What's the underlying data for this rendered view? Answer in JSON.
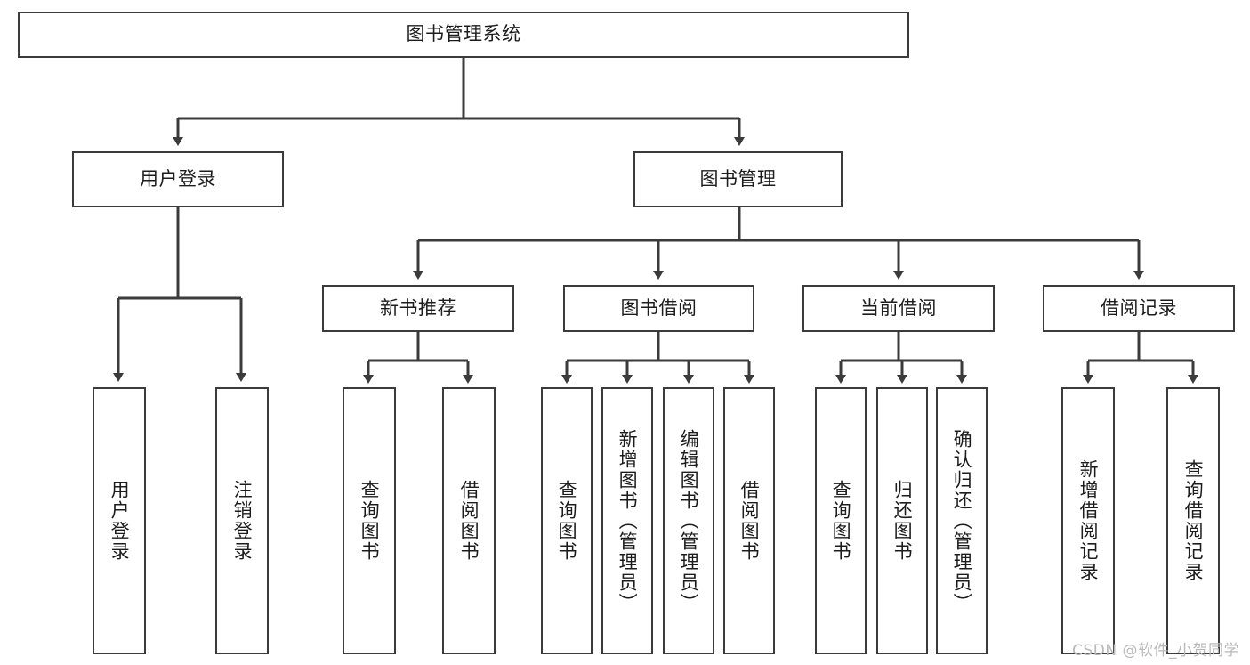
{
  "diagram": {
    "type": "tree-hierarchy-flowchart",
    "title": "图书管理系统",
    "background_color": "#ffffff",
    "line_color": "#3b3b3b",
    "text_color": "#1c1c1c",
    "root": {
      "id": "root",
      "label": "图书管理系统"
    },
    "level1": [
      {
        "id": "user-login",
        "label": "用户登录"
      },
      {
        "id": "book-manage",
        "label": "图书管理"
      }
    ],
    "level2": [
      {
        "id": "new-book-recommend",
        "label": "新书推荐",
        "parent": "book-manage"
      },
      {
        "id": "book-borrow",
        "label": "图书借阅",
        "parent": "book-manage"
      },
      {
        "id": "current-borrow",
        "label": "当前借阅",
        "parent": "book-manage"
      },
      {
        "id": "borrow-record",
        "label": "借阅记录",
        "parent": "book-manage"
      }
    ],
    "leaves": {
      "user-login": [
        {
          "id": "leaf-user-login",
          "label": "用户登录"
        },
        {
          "id": "leaf-logout-login",
          "label": "注销登录"
        }
      ],
      "new-book-recommend": [
        {
          "id": "leaf-query-book-1",
          "label": "查询图书"
        },
        {
          "id": "leaf-borrow-book-1",
          "label": "借阅图书"
        }
      ],
      "book-borrow": [
        {
          "id": "leaf-query-book-2",
          "label": "查询图书"
        },
        {
          "id": "leaf-add-book-admin",
          "label": "新增图书（管理员）"
        },
        {
          "id": "leaf-edit-book-admin",
          "label": "编辑图书（管理员）"
        },
        {
          "id": "leaf-borrow-book-2",
          "label": "借阅图书"
        }
      ],
      "current-borrow": [
        {
          "id": "leaf-query-book-3",
          "label": "查询图书"
        },
        {
          "id": "leaf-return-book",
          "label": "归还图书"
        },
        {
          "id": "leaf-confirm-return-admin",
          "label": "确认归还（管理员）"
        }
      ],
      "borrow-record": [
        {
          "id": "leaf-add-borrow-record",
          "label": "新增借阅记录"
        },
        {
          "id": "leaf-query-borrow-record",
          "label": "查询借阅记录"
        }
      ]
    }
  },
  "watermark": {
    "text": "CSDN @软件_小贺同学"
  }
}
